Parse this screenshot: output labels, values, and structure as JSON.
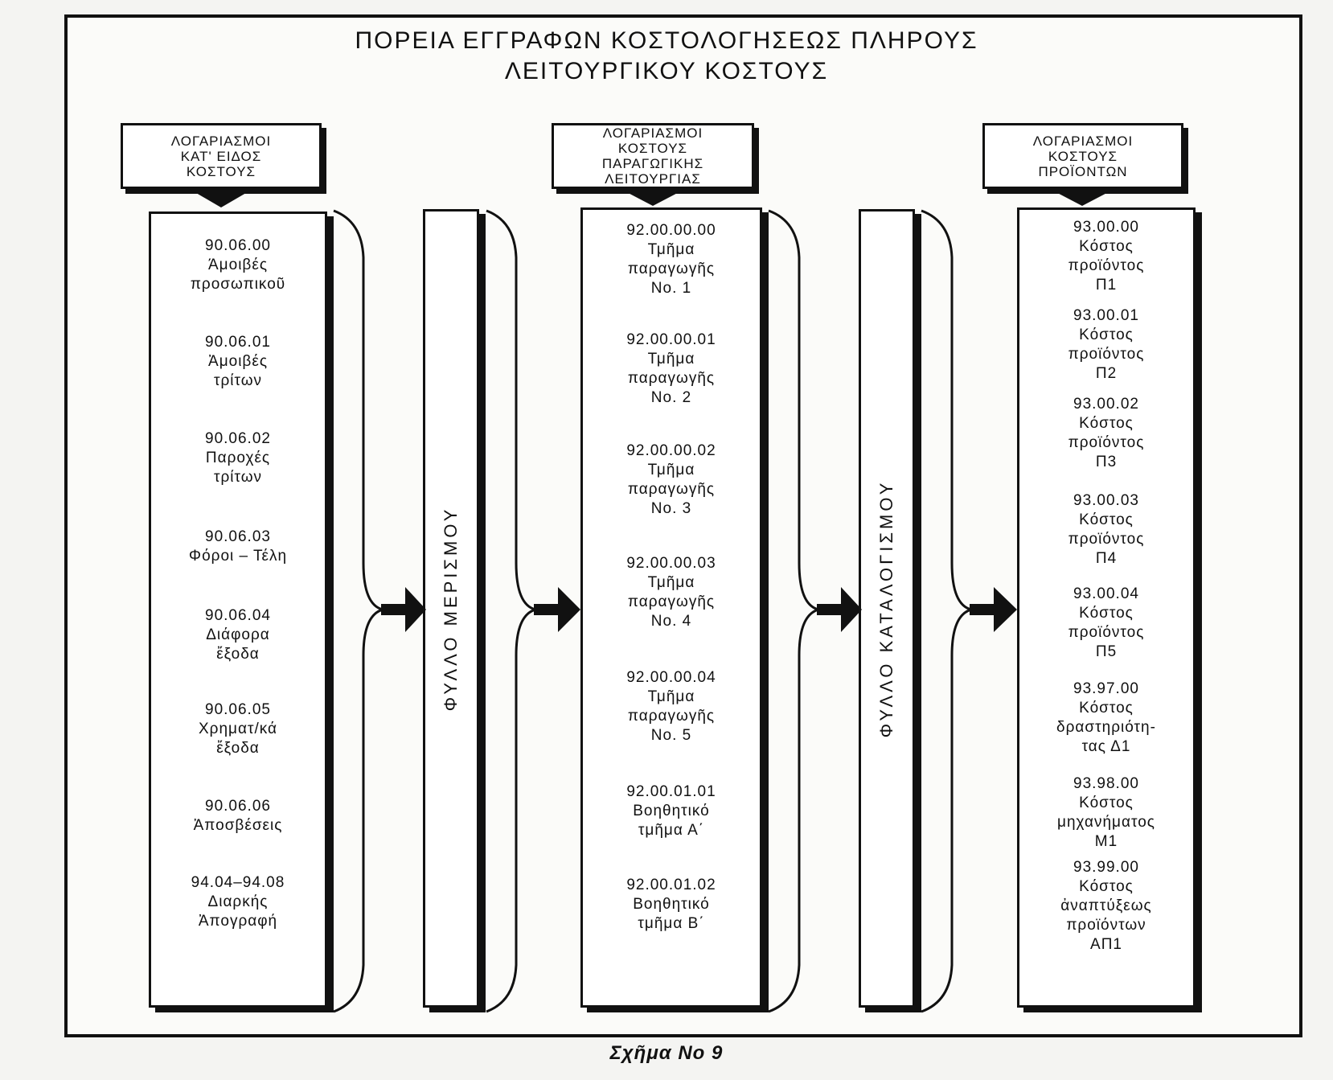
{
  "title": {
    "line1": "ΠΟΡΕΙΑ ΕΓΓΡΑΦΩΝ ΚΟΣΤΟΛΟΓΗΣΕΩΣ ΠΛΗΡΟΥΣ",
    "line2": "ΛΕΙΤΟΥΡΓΙΚΟΥ ΚΟΣΤΟΥΣ"
  },
  "columns": [
    {
      "header": [
        "ΛΟΓΑΡΙΑΣΜΟΙ",
        "ΚΑΤ' ΕΙΔΟΣ",
        "ΚΟΣΤΟΥΣ"
      ],
      "items": [
        {
          "code": "90.06.00",
          "lines": [
            "Άμοιβές",
            "προσωπικοῦ"
          ]
        },
        {
          "code": "90.06.01",
          "lines": [
            "Ἀμοιβές",
            "τρίτων"
          ]
        },
        {
          "code": "90.06.02",
          "lines": [
            "Παροχές",
            "τρίτων"
          ]
        },
        {
          "code": "90.06.03",
          "lines": [
            "Φόροι – Τέλη"
          ]
        },
        {
          "code": "90.06.04",
          "lines": [
            "Διάφορα",
            "ἔξοδα"
          ]
        },
        {
          "code": "90.06.05",
          "lines": [
            "Χρηματ/κά",
            "ἔξοδα"
          ]
        },
        {
          "code": "90.06.06",
          "lines": [
            "Ἀποσβέσεις"
          ]
        },
        {
          "code": "94.04–94.08",
          "lines": [
            "Διαρκής",
            "Ἀπογραφή"
          ]
        }
      ]
    },
    {
      "header": [
        "ΛΟΓΑΡΙΑΣΜΟΙ",
        "ΚΟΣΤΟΥΣ",
        "ΠΑΡΑΓΩΓΙΚΗΣ",
        "ΛΕΙΤΟΥΡΓΙΑΣ"
      ],
      "items": [
        {
          "code": "92.00.00.00",
          "lines": [
            "Τμῆμα",
            "παραγωγῆς",
            "No. 1"
          ]
        },
        {
          "code": "92.00.00.01",
          "lines": [
            "Τμῆμα",
            "παραγωγῆς",
            "No. 2"
          ]
        },
        {
          "code": "92.00.00.02",
          "lines": [
            "Τμῆμα",
            "παραγωγῆς",
            "No. 3"
          ]
        },
        {
          "code": "92.00.00.03",
          "lines": [
            "Τμῆμα",
            "παραγωγῆς",
            "No. 4"
          ]
        },
        {
          "code": "92.00.00.04",
          "lines": [
            "Τμῆμα",
            "παραγωγῆς",
            "No. 5"
          ]
        },
        {
          "code": "92.00.01.01",
          "lines": [
            "Βοηθητικό",
            "τμῆμα Α΄"
          ]
        },
        {
          "code": "92.00.01.02",
          "lines": [
            "Βοηθητικό",
            "τμῆμα Β΄"
          ]
        }
      ]
    },
    {
      "header": [
        "ΛΟΓΑΡΙΑΣΜΟΙ",
        "ΚΟΣΤΟΥΣ",
        "ΠΡΟΪΟΝΤΩΝ"
      ],
      "items": [
        {
          "code": "93.00.00",
          "lines": [
            "Κόστος",
            "προϊόντος",
            "Π1"
          ]
        },
        {
          "code": "93.00.01",
          "lines": [
            "Κόστος",
            "προϊόντος",
            "Π2"
          ]
        },
        {
          "code": "93.00.02",
          "lines": [
            "Κόστος",
            "προϊόντος",
            "Π3"
          ]
        },
        {
          "code": "93.00.03",
          "lines": [
            "Κόστος",
            "προϊόντος",
            "Π4"
          ]
        },
        {
          "code": "93.00.04",
          "lines": [
            "Κόστος",
            "προϊόντος",
            "Π5"
          ]
        },
        {
          "code": "93.97.00",
          "lines": [
            "Κόστος",
            "δραστηριότη-",
            "τας Δ1"
          ]
        },
        {
          "code": "93.98.00",
          "lines": [
            "Κόστος",
            "μηχανήματος",
            "Μ1"
          ]
        },
        {
          "code": "93.99.00",
          "lines": [
            "Κόστος",
            "ἀναπτύξεως",
            "προϊόντων",
            "ΑΠ1"
          ]
        }
      ]
    }
  ],
  "sheets": {
    "allocation": "ΦΥΛΛΟ ΜΕΡΙΣΜΟΥ",
    "costing": "ΦΥΛΛΟ ΚΑΤΑΛΟΓΙΣΜΟΥ"
  },
  "caption": "Σχῆμα Νο  9"
}
